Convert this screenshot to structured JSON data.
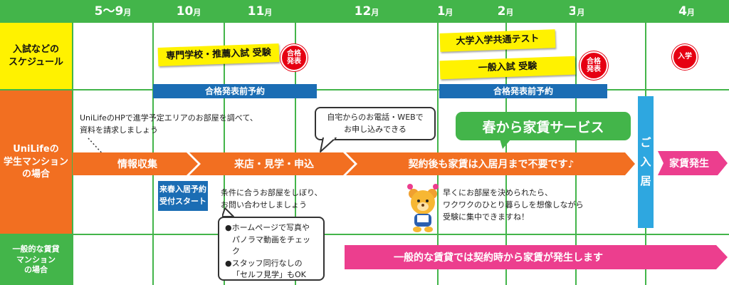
{
  "header": {
    "months": [
      {
        "main": "5〜9",
        "unit": "月"
      },
      {
        "main": "10",
        "unit": "月"
      },
      {
        "main": "11",
        "unit": "月"
      },
      {
        "main": "12",
        "unit": "月"
      },
      {
        "main": "1",
        "unit": "月"
      },
      {
        "main": "2",
        "unit": "月"
      },
      {
        "main": "3",
        "unit": "月"
      },
      {
        "main": "4",
        "unit": "月"
      }
    ]
  },
  "rows": {
    "schedule_label": [
      "入試などの",
      "スケジュール"
    ],
    "unilife_label": [
      "UniLifeの",
      "学生マンション",
      "の場合"
    ],
    "general_label": [
      "一般的な賃貸",
      "マンション",
      "の場合"
    ]
  },
  "schedule": {
    "senmon_label": "専門学校・推薦入試 受験",
    "kyotsu_label": "大学入学共通テスト",
    "ippan_label": "一般入試 受験",
    "seal1": [
      "合格",
      "発表"
    ],
    "seal2": [
      "合格",
      "発表"
    ],
    "nyugaku": "入学",
    "yoyaku1": "合格発表前予約",
    "yoyaku2": "合格発表前予約"
  },
  "unilife": {
    "note1": [
      "UniLifeのHPで進学予定エリアのお部屋を調べて、",
      "資料を請求しましょう"
    ],
    "bubble1": [
      "自宅からのお電話・WEBで",
      "お申し込みできる"
    ],
    "spring_badge": "春から家賃サービス",
    "arrow1": "情報収集",
    "arrow2": "来店・見学・申込",
    "arrow3": "契約後も家賃は入居月まで不要です♪",
    "arrow_rent": "家賃発生",
    "move_in": [
      "ご",
      "入",
      "居"
    ],
    "raishun": [
      "来春入居予約",
      "受付スタート"
    ],
    "note2": [
      "条件に合うお部屋をしぼり、",
      "お問い合わせしましょう"
    ],
    "bubble2": [
      "●ホームページで写真や",
      "パノラマ動画をチェック",
      "●スタッフ同行なしの",
      "「セルフ見学」もOK"
    ],
    "mascot_note": [
      "早くにお部屋を決められたら、",
      "ワクワクのひとり暮らしを想像しながら",
      "受験に集中できますね！"
    ]
  },
  "general": {
    "arrow": "一般的な賃貸では契約時から家賃が発生します"
  },
  "colors": {
    "green": "#43b54a",
    "yellow": "#fff200",
    "orange": "#f26f21",
    "blue": "#1b6db4",
    "cyan": "#2ea7e0",
    "pink": "#ec3e8e",
    "red": "#e60012"
  }
}
